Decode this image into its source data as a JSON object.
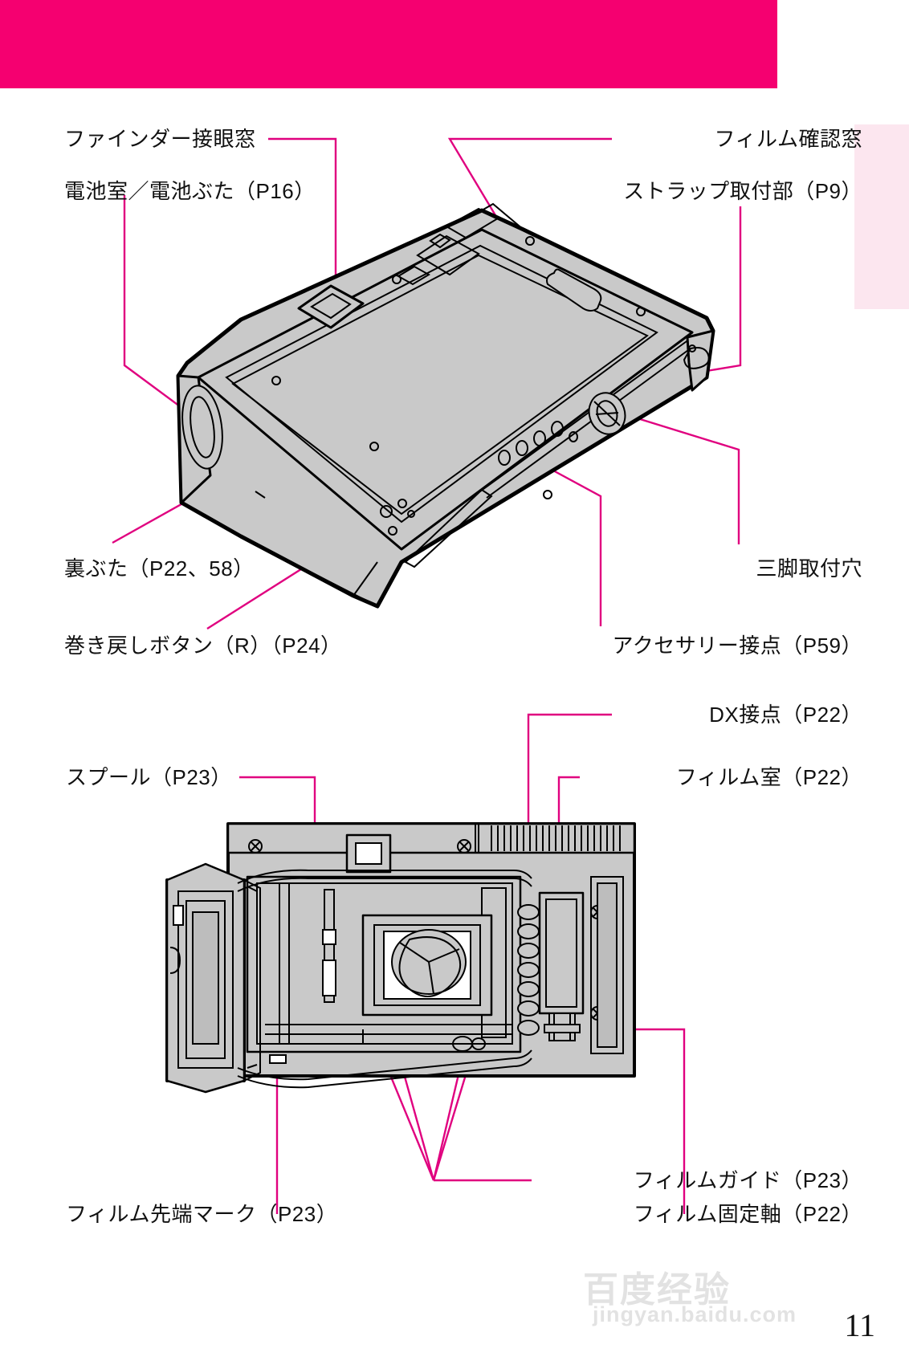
{
  "document": {
    "page_number": "11",
    "accent_color": "#f50070",
    "leader_line_color": "#e0007f",
    "side_tab_color": "#fce6ef",
    "body_fill_color": "#c9c9c9"
  },
  "watermark": {
    "big": "百度经验",
    "small": "jingyan.baidu.com"
  },
  "figure_top": {
    "name": "camera-bottom-rear-view",
    "callouts": [
      {
        "id": "finder-eyepiece",
        "text": "ファインダー接眼窓"
      },
      {
        "id": "battery-chamber",
        "text": "電池室／電池ぶた（P16）"
      },
      {
        "id": "film-check-window",
        "text": "フィルム確認窓"
      },
      {
        "id": "strap-lug",
        "text": "ストラップ取付部（P9）"
      },
      {
        "id": "back-cover",
        "text": "裏ぶた（P22、58）"
      },
      {
        "id": "tripod-socket",
        "text": "三脚取付穴"
      },
      {
        "id": "rewind-button",
        "text": "巻き戻しボタン（R）（P24）"
      },
      {
        "id": "accessory-contact",
        "text": "アクセサリー接点（P59）"
      }
    ]
  },
  "figure_bottom": {
    "name": "camera-film-chamber-open-view",
    "callouts": [
      {
        "id": "spool",
        "text": "スプール（P23）"
      },
      {
        "id": "dx-contact",
        "text": "DX接点（P22）"
      },
      {
        "id": "film-chamber",
        "text": "フィルム室（P22）"
      },
      {
        "id": "film-leader-mark",
        "text": "フィルム先端マーク（P23）"
      },
      {
        "id": "film-spindle",
        "text": "フィルム固定軸（P22）"
      },
      {
        "id": "film-guide",
        "text": "フィルムガイド（P23）"
      }
    ]
  }
}
